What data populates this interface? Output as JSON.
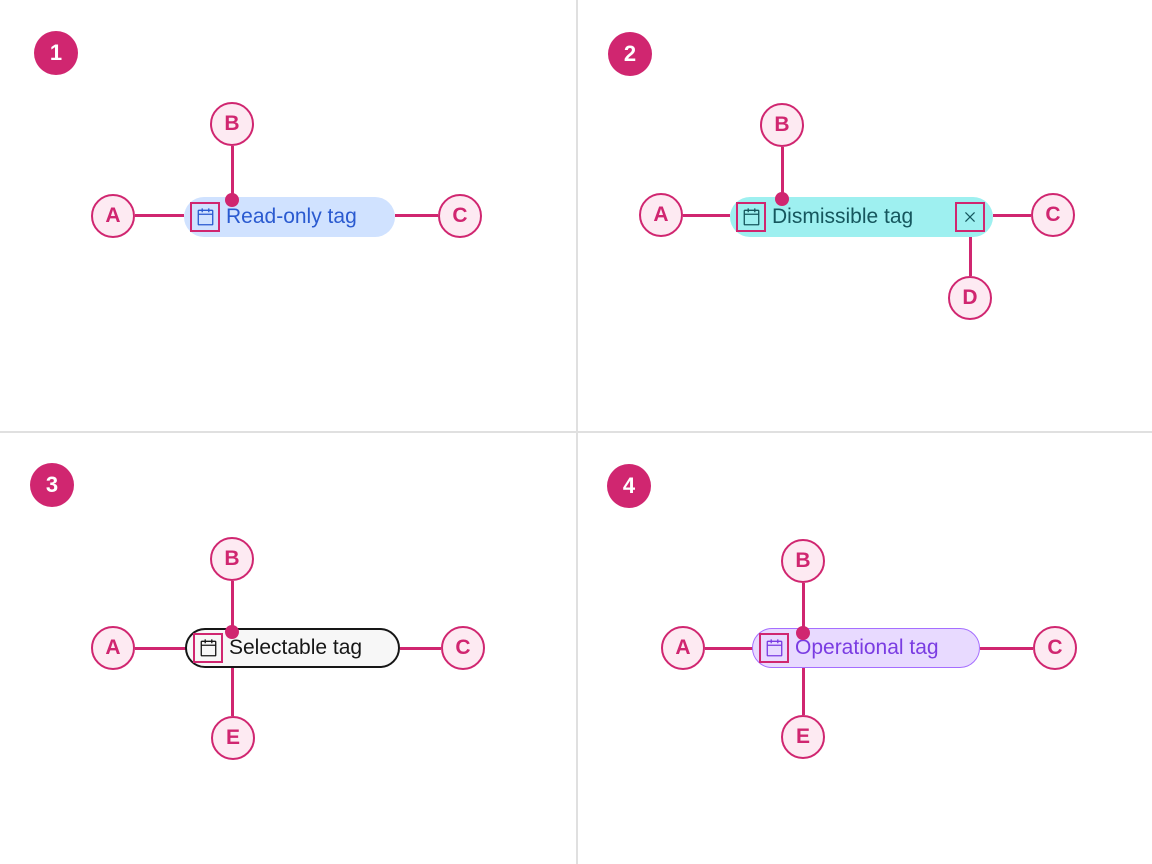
{
  "colors": {
    "annotation": "#d02670",
    "annotation_fill": "#fdeaf2",
    "divider": "#e0e0e0",
    "readonly_tag_bg": "#d0e2ff",
    "readonly_tag_text": "#2a5ad0",
    "dismissible_tag_bg": "#9ef0f0",
    "dismissible_tag_text": "#16575e",
    "selectable_tag_bg": "#f7f7f7",
    "selectable_tag_border": "#161616",
    "selectable_tag_text": "#161616",
    "operational_tag_bg": "#e8daff",
    "operational_tag_border": "#a56eff",
    "operational_tag_text": "#7a3ce2"
  },
  "quadrants": [
    {
      "number": "1",
      "tag": {
        "label": "Read-only tag",
        "icon": "calendar-icon"
      },
      "annotations": {
        "a": "A",
        "b": "B",
        "c": "C"
      }
    },
    {
      "number": "2",
      "tag": {
        "label": "Dismissible tag",
        "icon": "calendar-icon",
        "close_icon": "close-icon"
      },
      "annotations": {
        "a": "A",
        "b": "B",
        "c": "C",
        "d": "D"
      }
    },
    {
      "number": "3",
      "tag": {
        "label": "Selectable tag",
        "icon": "calendar-icon"
      },
      "annotations": {
        "a": "A",
        "b": "B",
        "c": "C",
        "e": "E"
      }
    },
    {
      "number": "4",
      "tag": {
        "label": "Operational tag",
        "icon": "calendar-icon"
      },
      "annotations": {
        "a": "A",
        "b": "B",
        "c": "C",
        "e": "E"
      }
    }
  ]
}
